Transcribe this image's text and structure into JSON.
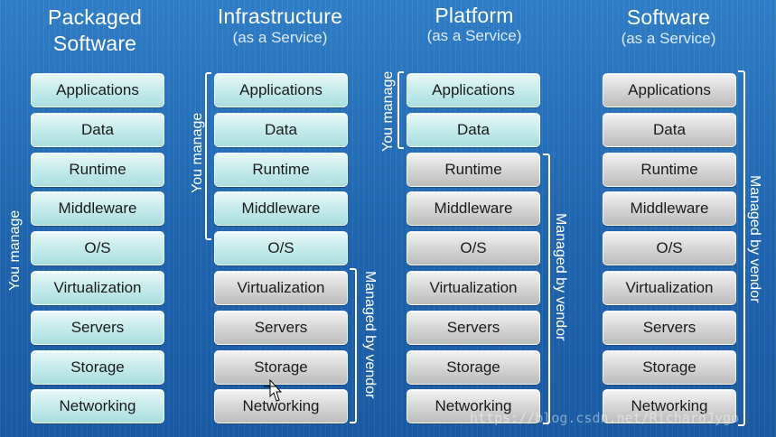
{
  "columns": [
    {
      "title_line1": "Packaged",
      "title_line2": "Software",
      "title_line2_style": "large",
      "label": "You manage",
      "vendor_label": "",
      "layers": [
        {
          "label": "Applications",
          "managed": "you"
        },
        {
          "label": "Data",
          "managed": "you"
        },
        {
          "label": "Runtime",
          "managed": "you"
        },
        {
          "label": "Middleware",
          "managed": "you"
        },
        {
          "label": "O/S",
          "managed": "you"
        },
        {
          "label": "Virtualization",
          "managed": "you"
        },
        {
          "label": "Servers",
          "managed": "you"
        },
        {
          "label": "Storage",
          "managed": "you"
        },
        {
          "label": "Networking",
          "managed": "you"
        }
      ]
    },
    {
      "title_line1": "Infrastructure",
      "title_line2": "(as a Service)",
      "label": "You manage",
      "vendor_label": "Managed by vendor",
      "layers": [
        {
          "label": "Applications",
          "managed": "you"
        },
        {
          "label": "Data",
          "managed": "you"
        },
        {
          "label": "Runtime",
          "managed": "you"
        },
        {
          "label": "Middleware",
          "managed": "you"
        },
        {
          "label": "O/S",
          "managed": "you"
        },
        {
          "label": "Virtualization",
          "managed": "vendor"
        },
        {
          "label": "Servers",
          "managed": "vendor"
        },
        {
          "label": "Storage",
          "managed": "vendor"
        },
        {
          "label": "Networking",
          "managed": "vendor"
        }
      ]
    },
    {
      "title_line1": "Platform",
      "title_line2": "(as a Service)",
      "label": "You manage",
      "vendor_label": "Managed by vendor",
      "layers": [
        {
          "label": "Applications",
          "managed": "you"
        },
        {
          "label": "Data",
          "managed": "you"
        },
        {
          "label": "Runtime",
          "managed": "vendor"
        },
        {
          "label": "Middleware",
          "managed": "vendor"
        },
        {
          "label": "O/S",
          "managed": "vendor"
        },
        {
          "label": "Virtualization",
          "managed": "vendor"
        },
        {
          "label": "Servers",
          "managed": "vendor"
        },
        {
          "label": "Storage",
          "managed": "vendor"
        },
        {
          "label": "Networking",
          "managed": "vendor"
        }
      ]
    },
    {
      "title_line1": "Software",
      "title_line2": "(as a Service)",
      "label": "",
      "vendor_label": "Managed by vendor",
      "layers": [
        {
          "label": "Applications",
          "managed": "vendor"
        },
        {
          "label": "Data",
          "managed": "vendor"
        },
        {
          "label": "Runtime",
          "managed": "vendor"
        },
        {
          "label": "Middleware",
          "managed": "vendor"
        },
        {
          "label": "O/S",
          "managed": "vendor"
        },
        {
          "label": "Virtualization",
          "managed": "vendor"
        },
        {
          "label": "Servers",
          "managed": "vendor"
        },
        {
          "label": "Storage",
          "managed": "vendor"
        },
        {
          "label": "Networking",
          "managed": "vendor"
        }
      ]
    }
  ],
  "watermark": "https://blog.csdn.net/RichardJygo",
  "colors": {
    "background": "#2369b2",
    "you_manage_box": "#c9ecec",
    "vendor_box": "#d6d6d6"
  }
}
